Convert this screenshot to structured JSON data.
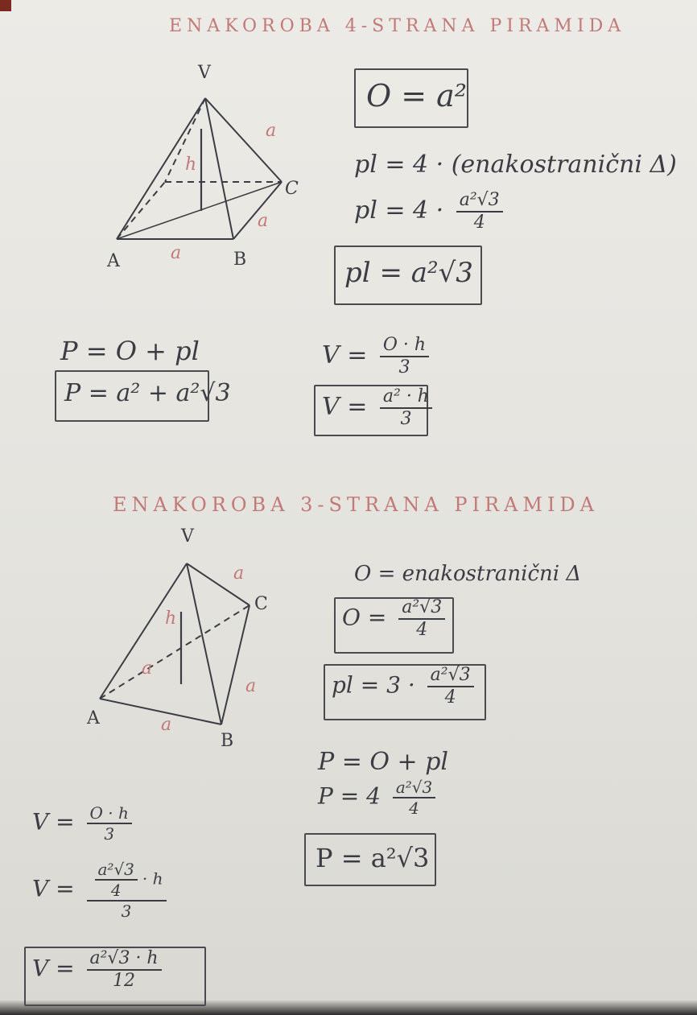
{
  "section1": {
    "heading": "ENAKOROBA 4-STRANA PIRAMIDA",
    "vertices": {
      "v": "V",
      "a": "A",
      "b": "B",
      "c": "C",
      "h": "h",
      "side": "a"
    },
    "formulas": {
      "base": "O = a²",
      "mantle_desc": "pl = 4 · (enakostranični Δ)",
      "mantle_step_prefix": "pl = 4 ·",
      "mantle_step_num": "a²√3",
      "mantle_step_den": "4",
      "mantle": "pl = a²√3",
      "surface": "P = O + pl",
      "surface_result": "P = a² + a²√3",
      "volume_prefix": "V =",
      "volume_num": "O · h",
      "volume_den": "3",
      "volume_result_prefix": "V =",
      "volume_result_num": "a² · h",
      "volume_result_den": "3"
    }
  },
  "section2": {
    "heading": "ENAKOROBA 3-STRANA PIRAMIDA",
    "vertices": {
      "v": "V",
      "a": "A",
      "b": "B",
      "c": "C",
      "h": "h",
      "side": "a"
    },
    "formulas": {
      "base_desc": "O = enakostranični Δ",
      "base_prefix": "O =",
      "base_num": "a²√3",
      "base_den": "4",
      "mantle_prefix": "pl = 3 ·",
      "mantle_num": "a²√3",
      "mantle_den": "4",
      "surface": "P = O + pl",
      "surface_step_prefix": "P = 4",
      "surface_step_num": "a²√3",
      "surface_step_den": "4",
      "surface_result": "P = a²√3",
      "vol1_prefix": "V =",
      "vol1_num": "O · h",
      "vol1_den": "3",
      "vol2_prefix": "V =",
      "vol2_inner_num": "a²√3",
      "vol2_inner_den": "4",
      "vol2_tail": "· h",
      "vol2_den": "3",
      "vol3_prefix": "V =",
      "vol3_num": "a²√3 · h",
      "vol3_den": "12"
    }
  }
}
